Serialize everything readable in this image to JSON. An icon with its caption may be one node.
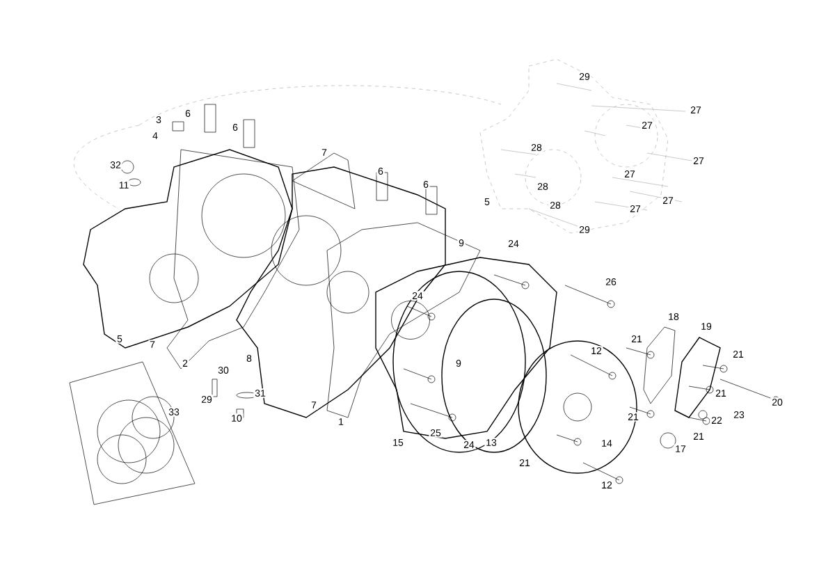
{
  "diagram": {
    "labels": [
      "29",
      "27",
      "3",
      "6",
      "6",
      "27",
      "4",
      "7",
      "28",
      "27",
      "32",
      "6",
      "27",
      "11",
      "6",
      "28",
      "5",
      "27",
      "28",
      "27",
      "29",
      "9",
      "24",
      "26",
      "24",
      "18",
      "19",
      "5",
      "21",
      "12",
      "7",
      "9",
      "21",
      "2",
      "8",
      "30",
      "33",
      "21",
      "29",
      "31",
      "20",
      "23",
      "22",
      "21",
      "7",
      "10",
      "1",
      "21",
      "25",
      "15",
      "24",
      "13",
      "14",
      "17",
      "21",
      "12"
    ]
  }
}
